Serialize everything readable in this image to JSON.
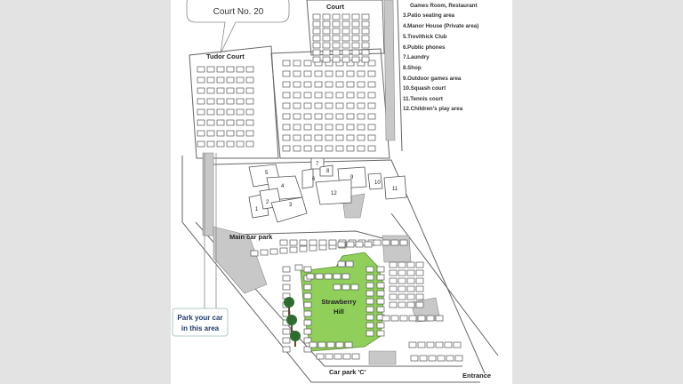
{
  "callout": {
    "text": "Court No. 20"
  },
  "park_note": {
    "line1": "Park your car",
    "line2": "in this area"
  },
  "labels": {
    "court_top": "Court",
    "tudor_court": "Tudor Court",
    "main_car_park": "Main car park",
    "strawberry_line1": "Strawberry",
    "strawberry_line2": "Hill",
    "car_park_c": "Car park 'C'",
    "entrance": "Entrance"
  },
  "legend": [
    "Games Room, Restaurant",
    "3.Patio seating area",
    "4.Manor House (Private area)",
    "5.Trevithick Club",
    "6.Public phones",
    "7.Laundry",
    "8.Shop",
    "9.Outdoor games area",
    "10.Squash court",
    "11.Tennis court",
    "12.Children's play area"
  ],
  "facility_numbers": [
    "1",
    "2",
    "3",
    "4",
    "5",
    "6",
    "7",
    "8",
    "9",
    "10",
    "11",
    "12"
  ],
  "colors": {
    "green": "#8fcf5a",
    "gray": "#c8c8c8",
    "page": "#e3e3e3"
  }
}
